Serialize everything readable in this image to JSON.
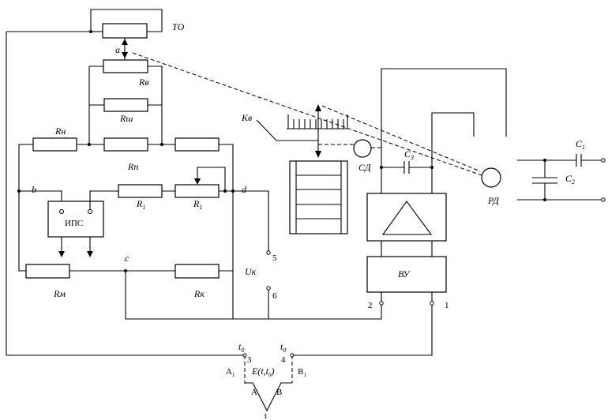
{
  "labels": {
    "to": "ТО",
    "a": "a",
    "rv": "Rв",
    "rsh": "Rш",
    "rn": "Rн",
    "rp": "Rп",
    "b": "b",
    "r1a": "R",
    "r1a_sub": "1",
    "r1b": "R",
    "r1b_sub": "1",
    "d": "d",
    "ips": "ИПС",
    "c": "c",
    "rm": "Rм",
    "rk": "Rк",
    "uk": "Uк",
    "t5": "5",
    "t6": "6",
    "kv": "Kв",
    "sd": "СД",
    "c3": "C",
    "c3_sub": "3",
    "c1": "C",
    "c1_sub": "1",
    "c2": "C",
    "c2_sub": "2",
    "rd": "РД",
    "vu": "ВУ",
    "t2": "2",
    "t1": "1",
    "t0a": "t",
    "t0a_sub": "0",
    "t0b": "t",
    "t0b_sub": "0",
    "t3": "3",
    "t4": "4",
    "a1": "A",
    "a1_sub": "1",
    "b1": "B",
    "b1_sub": "1",
    "emf": "E(t,t",
    "emf_sub": "0",
    "emf_end": ")",
    "tc_a": "A",
    "tc_b": "B",
    "tc_t": "t"
  }
}
